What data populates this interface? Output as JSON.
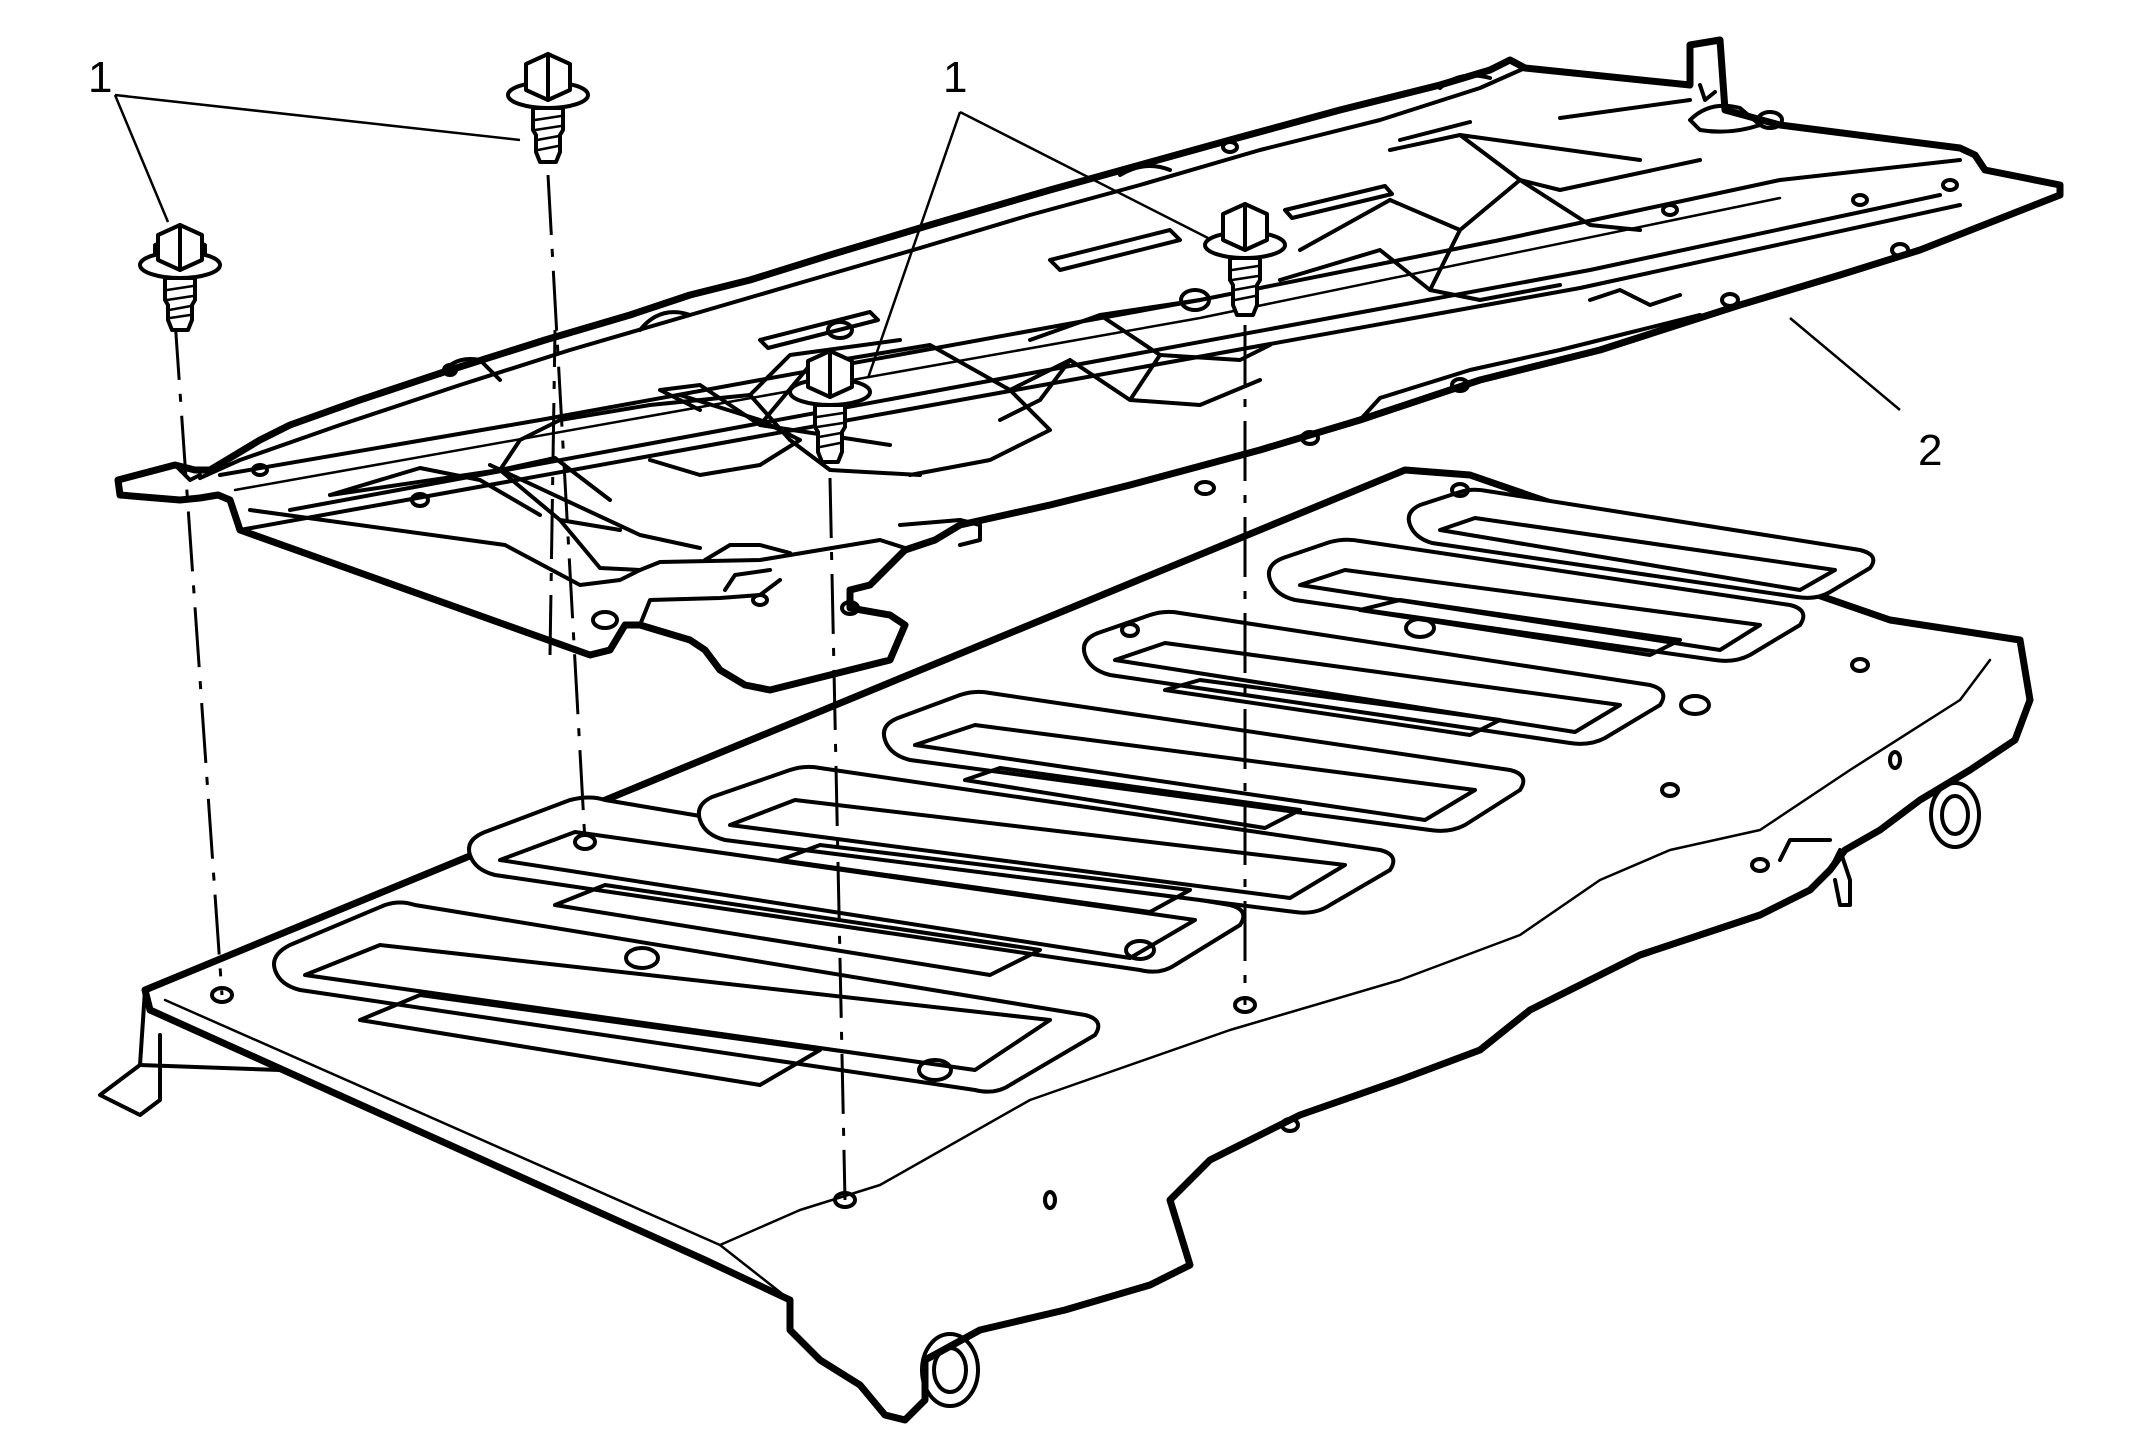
{
  "callouts": [
    {
      "id": "fastener-left",
      "label": "1"
    },
    {
      "id": "fastener-center",
      "label": "1"
    },
    {
      "id": "shield",
      "label": "2"
    }
  ]
}
